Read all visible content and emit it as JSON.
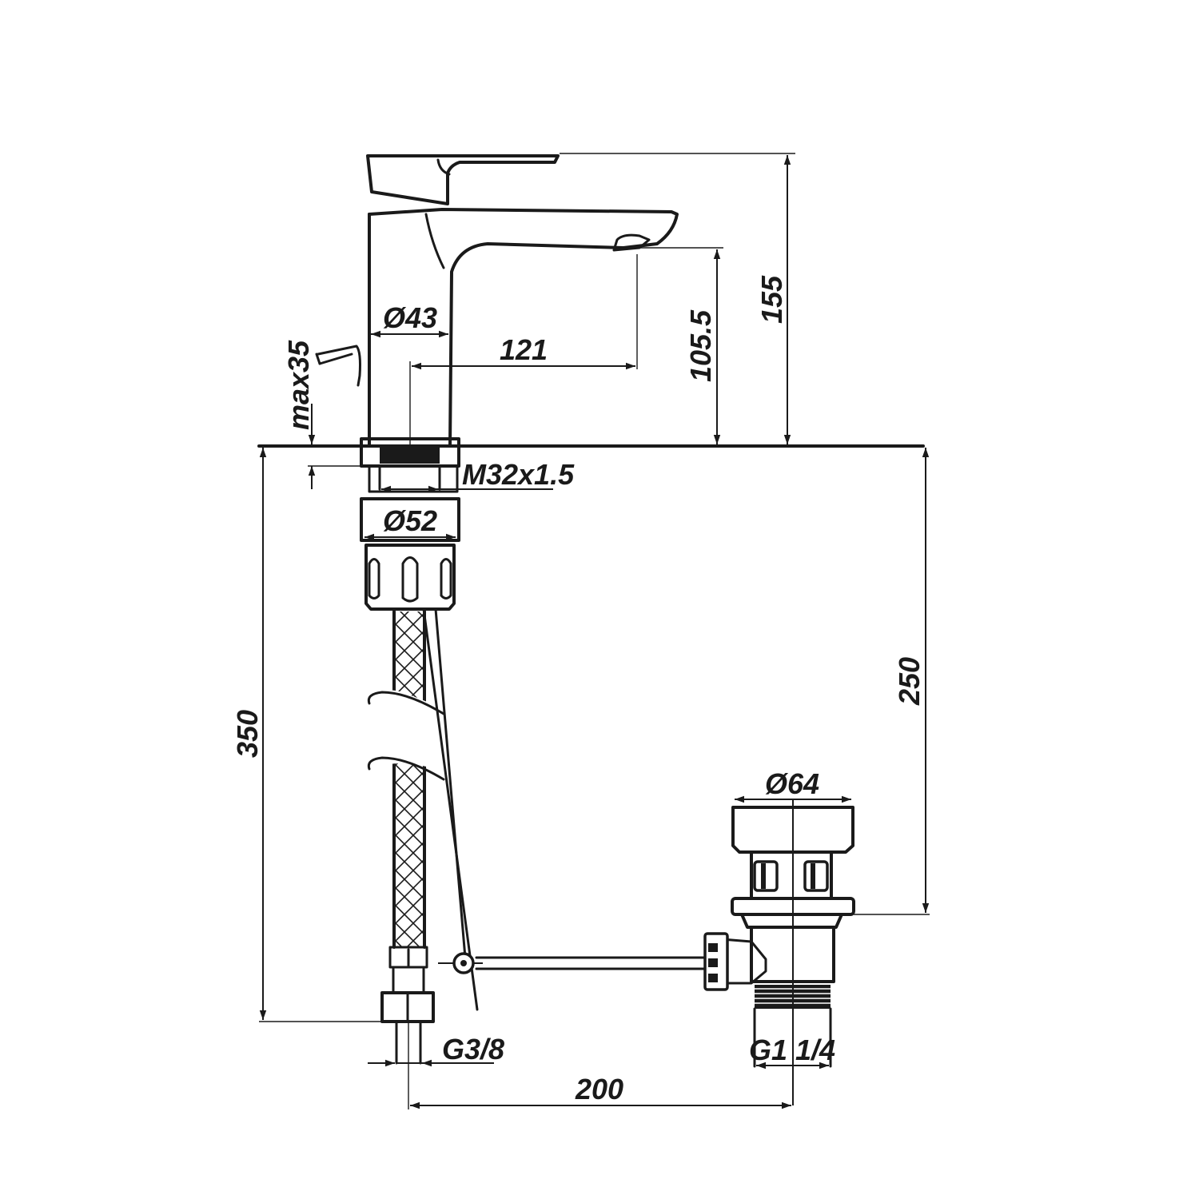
{
  "dimensions": {
    "spout_height": "155",
    "outlet_height": "105.5",
    "spout_reach": "121",
    "body_diameter": "Ø43",
    "max_deck_thickness": "max35",
    "mount_thread": "M32x1.5",
    "base_diameter": "Ø52",
    "hose_length": "350",
    "rod_length": "250",
    "waste_diameter": "Ø64",
    "hose_connection": "G3/8",
    "waste_thread": "G1 1/4",
    "tap_to_waste": "200"
  }
}
